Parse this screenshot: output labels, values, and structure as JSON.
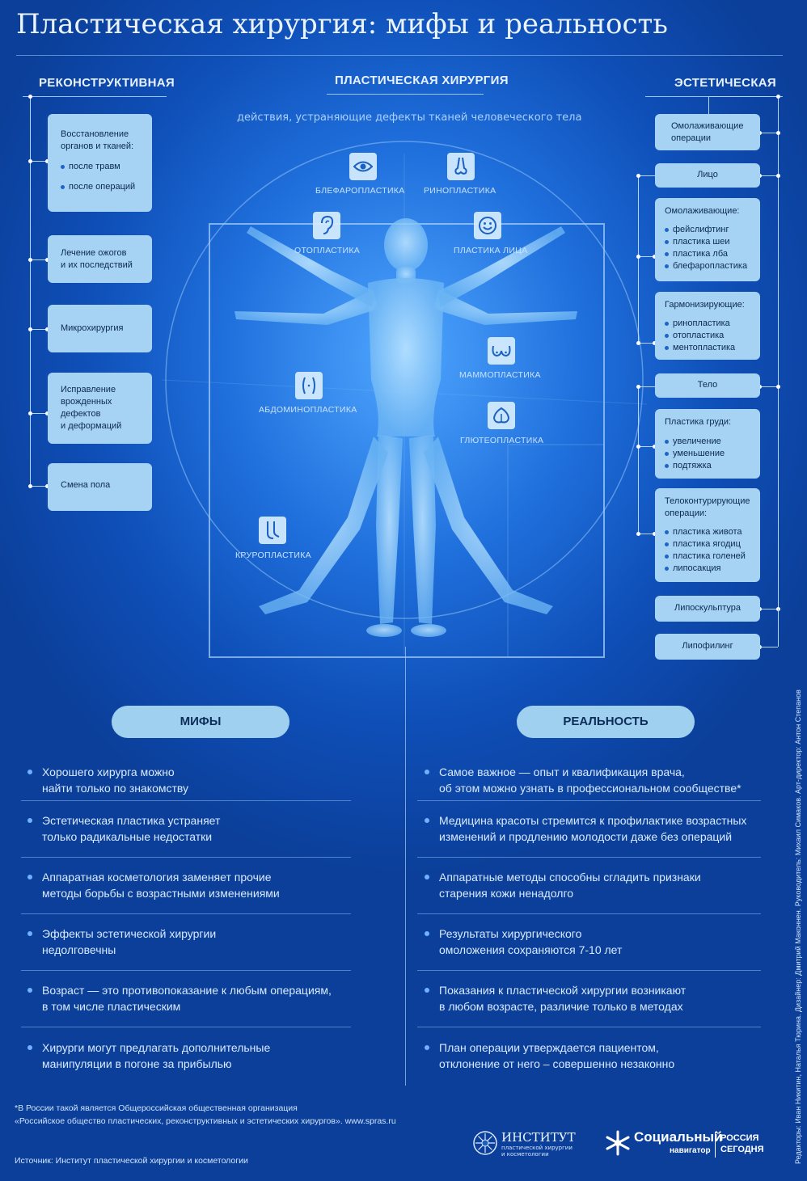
{
  "title": "Пластическая хирургия: мифы и реальность",
  "header": {
    "left": "РЕКОНСТРУКТИВНАЯ",
    "center": "ПЛАСТИЧЕСКАЯ ХИРУРГИЯ",
    "right": "ЭСТЕТИЧЕСКАЯ",
    "subtitle": "действия, устраняющие дефекты тканей человеческого тела"
  },
  "reconstructive": {
    "restore_title1": "Восстановление",
    "restore_title2": "органов и тканей:",
    "restore_items": [
      "после травм",
      "после операций"
    ],
    "burns1": "Лечение ожогов",
    "burns2": "и их последствий",
    "micro": "Микрохирургия",
    "congenital": [
      "Исправление",
      "врожденных",
      "дефектов",
      "и деформаций"
    ],
    "gender": "Смена пола"
  },
  "procedures": {
    "bleph": "БЛЕФАРОПЛАСТИКА",
    "rhino": "РИНОПЛАСТИКА",
    "oto": "ОТОПЛАСТИКА",
    "face": "ПЛАСТИКА ЛИЦА",
    "mammo": "МАММОПЛАСТИКА",
    "abdomino": "АБДОМИНОПЛАСТИКА",
    "gluteo": "ГЛЮТЕОПЛАСТИКА",
    "cruro": "КРУРОПЛАСТИКА"
  },
  "aesthetic": {
    "rejuv1": "Омолаживающие",
    "rejuv2": "операции",
    "face": "Лицо",
    "face_rejuv_title": "Омолаживающие:",
    "face_rejuv_items": [
      "фейслифтинг",
      "пластика шеи",
      "пластика лба",
      "блефаропластика"
    ],
    "harmon_title": "Гармонизирующие:",
    "harmon_items": [
      "ринопластика",
      "отопластика",
      "ментопластика"
    ],
    "body": "Тело",
    "breast_title": "Пластика груди:",
    "breast_items": [
      "увеличение",
      "уменьшение",
      "подтяжка"
    ],
    "contour_title1": "Телоконтурирующие",
    "contour_title2": "операции:",
    "contour_items": [
      "пластика живота",
      "пластика ягодиц",
      "пластика голеней",
      "липосакция"
    ],
    "lipo_sculpt": "Липоскульптура",
    "lipofilling": "Липофилинг"
  },
  "myths_title": "МИФЫ",
  "reality_title": "РЕАЛЬНОСТЬ",
  "myths": [
    [
      "Хорошего хирурга можно",
      "найти только по знакомству"
    ],
    [
      "Эстетическая пластика устраняет",
      "только радикальные недостатки"
    ],
    [
      "Аппаратная косметология заменяет прочие",
      "методы борьбы с возрастными изменениями"
    ],
    [
      "Эффекты эстетической хирургии",
      "недолговечны"
    ],
    [
      "Возраст — это противопоказание к любым операциям,",
      "в том числе пластическим"
    ],
    [
      "Хирурги могут предлагать дополнительные",
      "манипуляции в погоне за прибылью"
    ]
  ],
  "reality": [
    [
      "Самое важное — опыт и квалификация врача,",
      "об этом можно узнать в профессиональном сообществе*"
    ],
    [
      "Медицина красоты стремится к профилактике возрастных",
      "изменений и продлению молодости даже без операций"
    ],
    [
      "Аппаратные методы способны сгладить признаки",
      "старения кожи ненадолго"
    ],
    [
      "Результаты хирургического",
      "омоложения сохраняются 7-10 лет"
    ],
    [
      "Показания к пластической хирургии возникают",
      "в любом возрасте, различие только в методах"
    ],
    [
      "План операции утверждается пациентом,",
      "отклонение от него – совершенно незаконно"
    ]
  ],
  "footnote1": "*В России такой является Общероссийская общественная организация",
  "footnote2": "«Российское общество пластических, реконструктивных и эстетических хирургов». www.spras.ru",
  "source": "Источник: Институт пластической хирургии и косметологии",
  "logos": {
    "inst_big": "ИНСТИТУТ",
    "inst_small1": "пластической хирургии",
    "inst_small2": "и косметологии",
    "soc_big": "Социальный",
    "soc_small": "навигатор",
    "ria1": "РОССИЯ",
    "ria2": "СЕГОДНЯ"
  },
  "credits": "Редакторы: Иван Никитин, Наталья Тюрина. Дизайнер: Дмитрий Маконнен. Руководитель: Михаил Симаков. Арт-директор: Антон Степанов"
}
